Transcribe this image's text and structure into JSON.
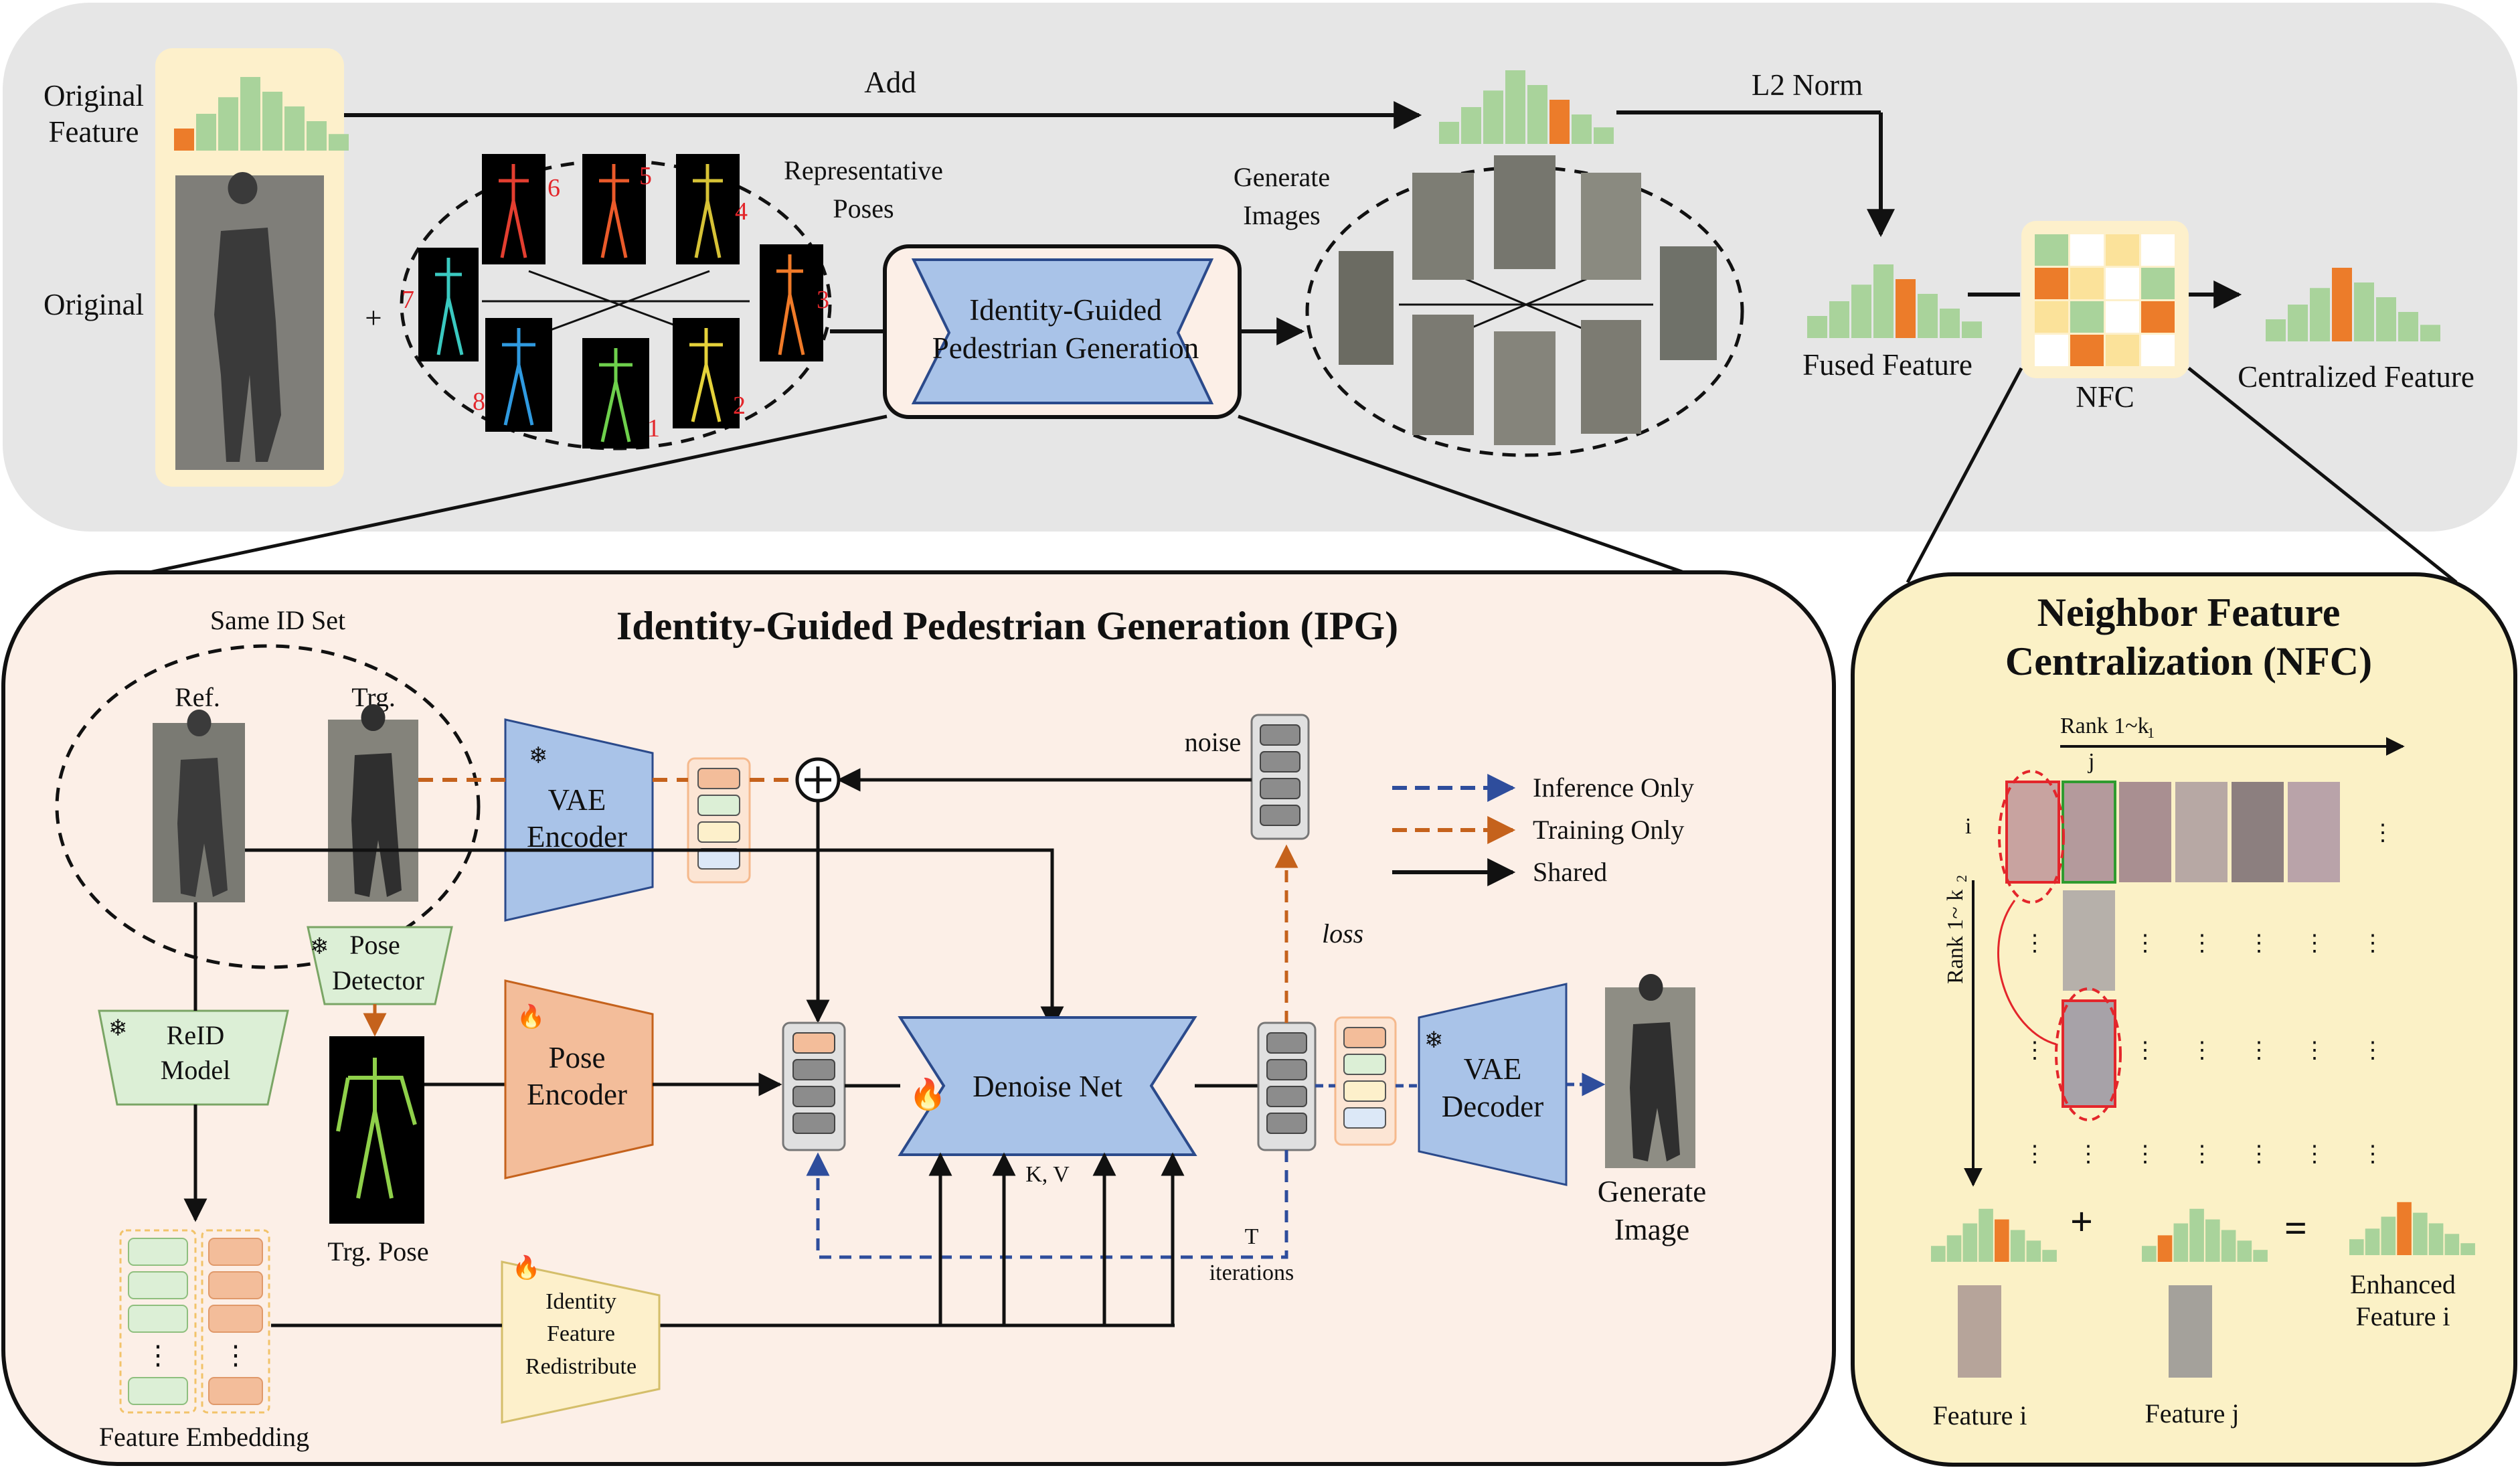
{
  "top": {
    "original_feature": [
      "Original",
      "Feature"
    ],
    "original": "Original",
    "add": "Add",
    "representative_poses": [
      "Representative",
      "Poses"
    ],
    "pose_numbers": [
      "1",
      "2",
      "3",
      "4",
      "5",
      "6",
      "7",
      "8"
    ],
    "plus": "+",
    "ipg_box": [
      "Identity-Guided",
      "Pedestrian Generation"
    ],
    "generate_images": [
      "Generate",
      "Images"
    ],
    "l2_norm": "L2 Norm",
    "fused_feature": "Fused Feature",
    "nfc": "NFC",
    "centralized_feature": "Centralized Feature"
  },
  "ipg": {
    "title": "Identity-Guided Pedestrian Generation (IPG)",
    "same_id_set": "Same ID Set",
    "ref": "Ref.",
    "trg": "Trg.",
    "vae_encoder": [
      "VAE",
      "Encoder"
    ],
    "noise": "noise",
    "pose_detector": [
      "Pose",
      "Detector"
    ],
    "reid_model": [
      "ReID",
      "Model"
    ],
    "pose_encoder": [
      "Pose",
      "Encoder"
    ],
    "denoise_net": "Denoise Net",
    "kv": "K, V",
    "loss": "loss",
    "t_iterations": [
      "T",
      "iterations"
    ],
    "vae_decoder": [
      "VAE",
      "Decoder"
    ],
    "generate_image": [
      "Generate",
      "Image"
    ],
    "trg_pose": "Trg. Pose",
    "identity_feature_redistribute": [
      "Identity",
      "Feature",
      "Redistribute"
    ],
    "feature_embedding": "Feature Embedding",
    "legend": [
      "Inference Only",
      "Training Only",
      "Shared"
    ],
    "ellipsis": "⋮"
  },
  "nfc": {
    "title": [
      "Neighbor Feature",
      "Centralization (NFC)"
    ],
    "rank_k1": "Rank 1~k",
    "rank_k1_sub": "1",
    "rank_k2": "Rank 1~ k",
    "rank_k2_sub": "2",
    "i": "i",
    "j": "j",
    "plus": "+",
    "equals": "=",
    "feature_i": "Feature i",
    "feature_j": "Feature j",
    "enhanced_feature": [
      "Enhanced",
      "Feature i"
    ],
    "dots": "⋮"
  },
  "colors": {
    "top_panel": "#e6e6e6",
    "ipg_panel": "#fcefe7",
    "nfc_panel": "#fbf1c6",
    "blue_block": "#a9c3e8",
    "orange_block": "#f3bd9a",
    "green_block": "#dcefd6",
    "highlight": "#fdf0cb",
    "bar_green": "#a9d39b",
    "bar_orange": "#ec7c2a",
    "inference": "#2e4d9c",
    "training": "#c5621c",
    "shared": "#111111"
  }
}
